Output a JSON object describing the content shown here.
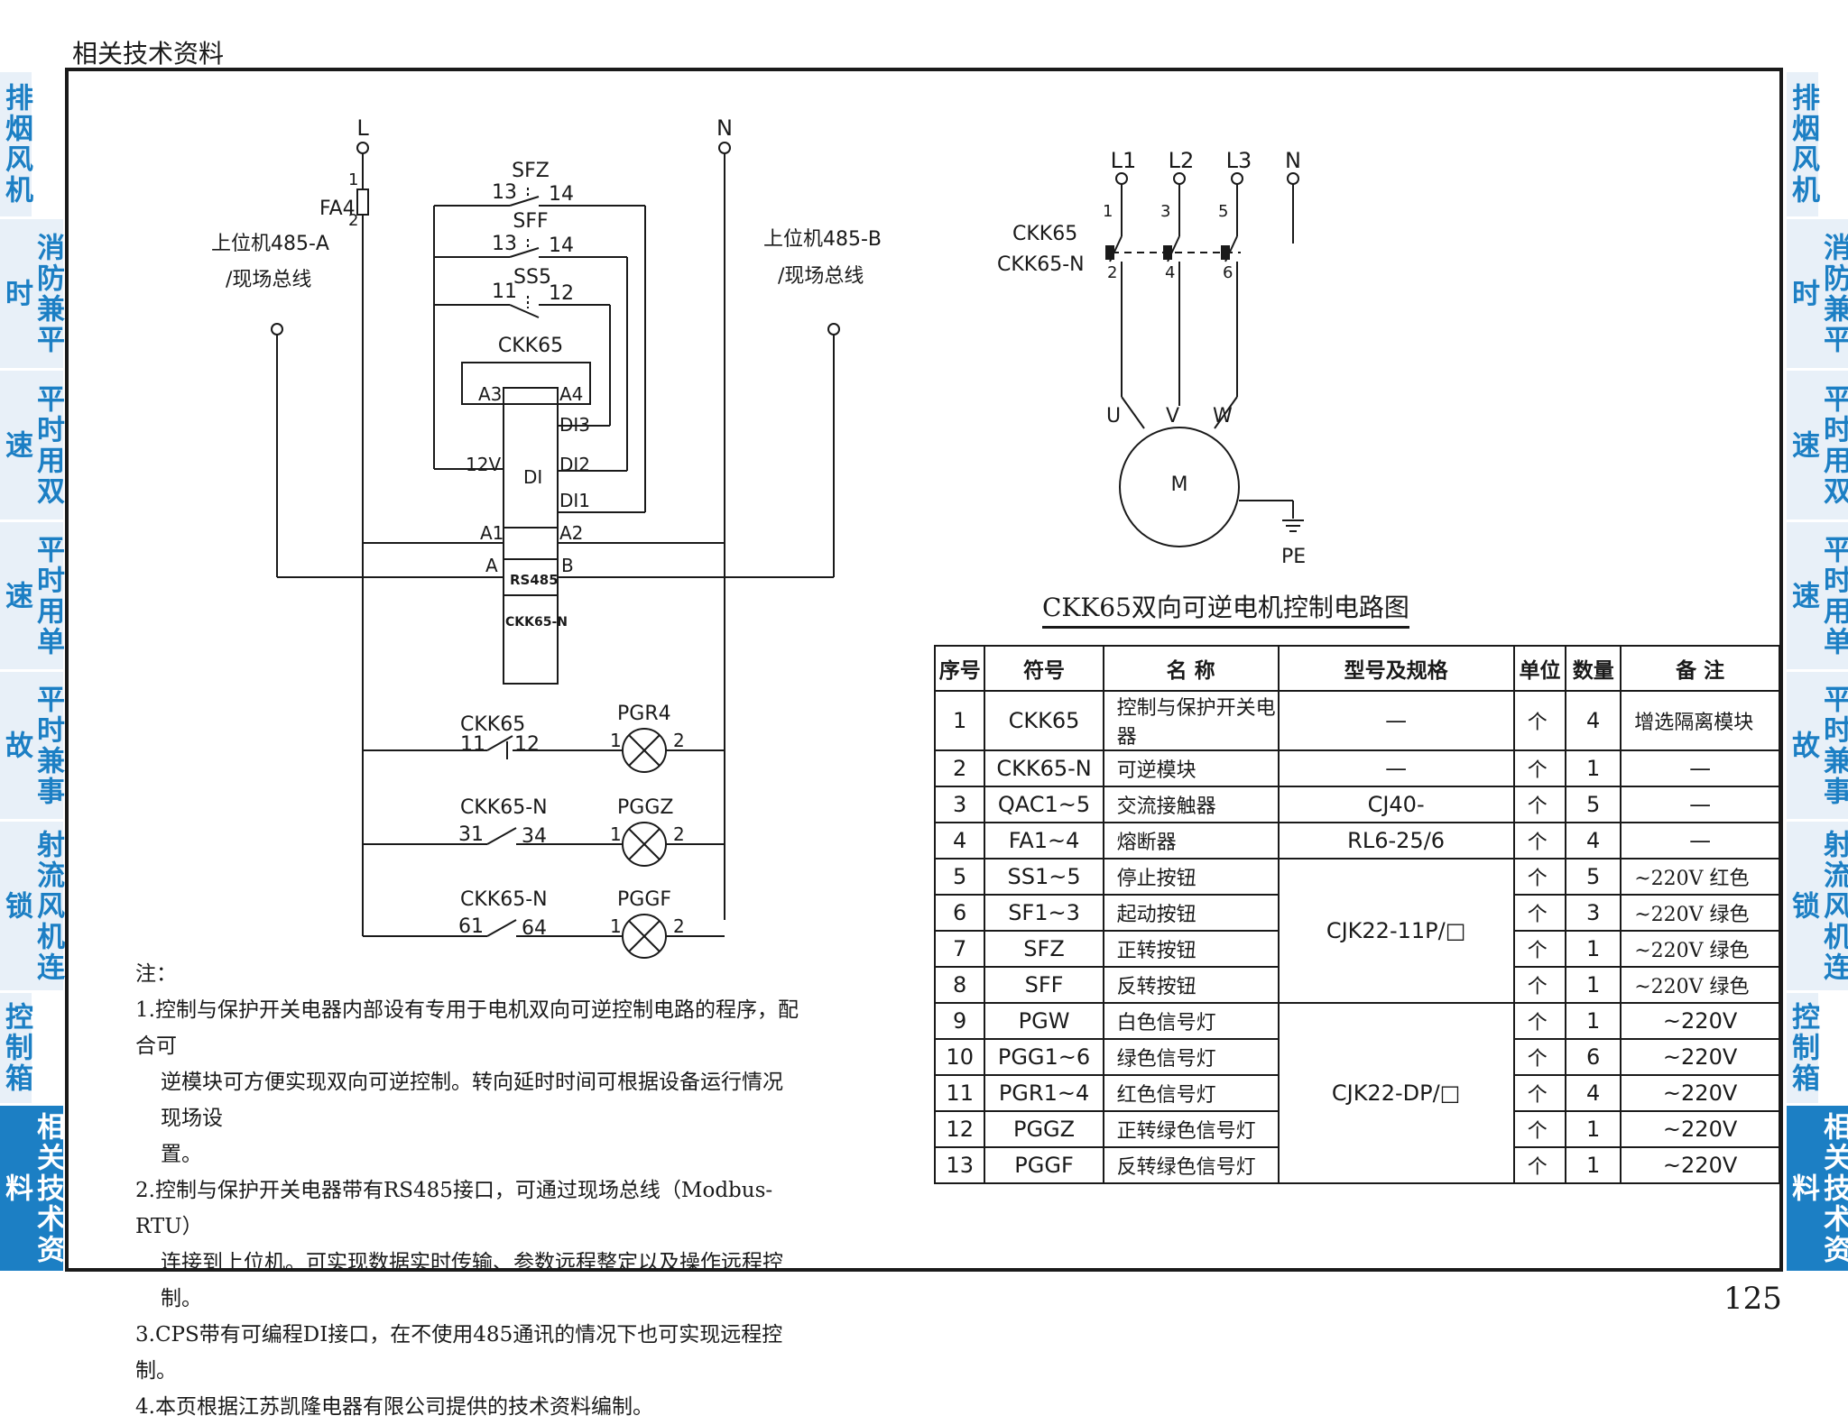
{
  "header": {
    "title": "相关技术资料",
    "page_number": "125"
  },
  "tabs_left": [
    {
      "label": "排烟风机",
      "active": false
    },
    {
      "label": "消防兼平时",
      "active": false
    },
    {
      "label": "平时用双速",
      "active": false
    },
    {
      "label": "平时用单速",
      "active": false
    },
    {
      "label": "平时兼事故",
      "active": false
    },
    {
      "label": "射流风机连锁",
      "active": false
    },
    {
      "label": "控制箱",
      "active": false
    },
    {
      "label": "相关技术资料",
      "active": true
    }
  ],
  "tabs_right": [
    {
      "label": "排烟风机",
      "active": false
    },
    {
      "label": "消防兼平时",
      "active": false
    },
    {
      "label": "平时用双速",
      "active": false
    },
    {
      "label": "平时用单速",
      "active": false
    },
    {
      "label": "平时兼事故",
      "active": false
    },
    {
      "label": "射流风机连锁",
      "active": false
    },
    {
      "label": "控制箱",
      "active": false
    },
    {
      "label": "相关技术资料",
      "active": true
    }
  ],
  "diagram": {
    "control": {
      "L": "L",
      "N": "N",
      "fa4": "FA4",
      "fa4_1": "1",
      "fa4_2": "2",
      "sfz": "SFZ",
      "sfz_13": "13",
      "sfz_14": "14",
      "sff": "SFF",
      "sff_13": "13",
      "sff_14": "14",
      "ss5": "SS5",
      "ss5_11": "11",
      "ss5_12": "12",
      "ckk65": "CKK65",
      "a3": "A3",
      "a4": "A4",
      "di3": "DI3",
      "di2": "DI2",
      "di1": "DI1",
      "v12": "12V",
      "di": "DI",
      "a1": "A1",
      "a2": "A2",
      "a": "A",
      "b": "B",
      "rs485": "RS485",
      "module": "CKK65-N",
      "host_a": "上位机485-A",
      "bus_a": "/现场总线",
      "host_b": "上位机485-B",
      "bus_b": "/现场总线",
      "row1_name": "CKK65",
      "row1_c1": "11",
      "row1_c2": "12",
      "row1_lamp": "PGR4",
      "row2_name": "CKK65-N",
      "row2_c1": "31",
      "row2_c2": "34",
      "row2_lamp": "PGGZ",
      "row3_name": "CKK65-N",
      "row3_c1": "61",
      "row3_c2": "64",
      "row3_lamp": "PGGF",
      "lamp_1": "1",
      "lamp_2": "2"
    },
    "power": {
      "l1": "L1",
      "l2": "L2",
      "l3": "L3",
      "n": "N",
      "ckk65": "CKK65",
      "ckk65n": "CKK65-N",
      "t1": "1",
      "t2": "2",
      "t3": "3",
      "t4": "4",
      "t5": "5",
      "t6": "6",
      "u": "U",
      "v": "V",
      "w": "W",
      "motor": "M",
      "pe": "PE",
      "caption": "CKK65双向可逆电机控制电路图"
    }
  },
  "table": {
    "headers": [
      "序号",
      "符号",
      "名  称",
      "型号及规格",
      "单位",
      "数量",
      "备  注"
    ],
    "rows": [
      {
        "no": "1",
        "sym": "CKK65",
        "name": "控制与保护开关电器",
        "model": "—",
        "unit": "个",
        "qty": "4",
        "note": "增选隔离模块"
      },
      {
        "no": "2",
        "sym": "CKK65-N",
        "name": "可逆模块",
        "model": "—",
        "unit": "个",
        "qty": "1",
        "note": "—"
      },
      {
        "no": "3",
        "sym": "QAC1~5",
        "name": "交流接触器",
        "model": "CJ40-",
        "unit": "个",
        "qty": "5",
        "note": "—"
      },
      {
        "no": "4",
        "sym": "FA1~4",
        "name": "熔断器",
        "model": "RL6-25/6",
        "unit": "个",
        "qty": "4",
        "note": "—"
      },
      {
        "no": "5",
        "sym": "SS1~5",
        "name": "停止按钮",
        "model": "CJK22-11P/□",
        "unit": "个",
        "qty": "5",
        "note": "~220V  红色"
      },
      {
        "no": "6",
        "sym": "SF1~3",
        "name": "起动按钮",
        "model": "",
        "unit": "个",
        "qty": "3",
        "note": "~220V  绿色"
      },
      {
        "no": "7",
        "sym": "SFZ",
        "name": "正转按钮",
        "model": "",
        "unit": "个",
        "qty": "1",
        "note": "~220V  绿色"
      },
      {
        "no": "8",
        "sym": "SFF",
        "name": "反转按钮",
        "model": "",
        "unit": "个",
        "qty": "1",
        "note": "~220V  绿色"
      },
      {
        "no": "9",
        "sym": "PGW",
        "name": "白色信号灯",
        "model": "CJK22-DP/□",
        "unit": "个",
        "qty": "1",
        "note": "~220V"
      },
      {
        "no": "10",
        "sym": "PGG1~6",
        "name": "绿色信号灯",
        "model": "",
        "unit": "个",
        "qty": "6",
        "note": "~220V"
      },
      {
        "no": "11",
        "sym": "PGR1~4",
        "name": "红色信号灯",
        "model": "",
        "unit": "个",
        "qty": "4",
        "note": "~220V"
      },
      {
        "no": "12",
        "sym": "PGGZ",
        "name": "正转绿色信号灯",
        "model": "",
        "unit": "个",
        "qty": "1",
        "note": "~220V"
      },
      {
        "no": "13",
        "sym": "PGGF",
        "name": "反转绿色信号灯",
        "model": "",
        "unit": "个",
        "qty": "1",
        "note": "~220V"
      }
    ]
  },
  "notes": {
    "title": "注：",
    "n1a": "1.控制与保护开关电器内部设有专用于电机双向可逆控制电路的程序，配合可",
    "n1b": "逆模块可方便实现双向可逆控制。转向延时时间可根据设备运行情况现场设",
    "n1c": "置。",
    "n2a": "2.控制与保护开关电器带有RS485接口，可通过现场总线（Modbus-RTU）",
    "n2b": "连接到上位机。可实现数据实时传输、参数远程整定以及操作远程控制。",
    "n3": "3.CPS带有可编程DI接口，在不使用485通讯的情况下也可实现远程控制。",
    "n4": "4.本页根据江苏凯隆电器有限公司提供的技术资料编制。"
  },
  "colors": {
    "tab_text": "#1c7fc4",
    "tab_bg": "#e8f0f8",
    "tab_active_bg": "#1c7fc4",
    "line": "#1a1a1a"
  }
}
